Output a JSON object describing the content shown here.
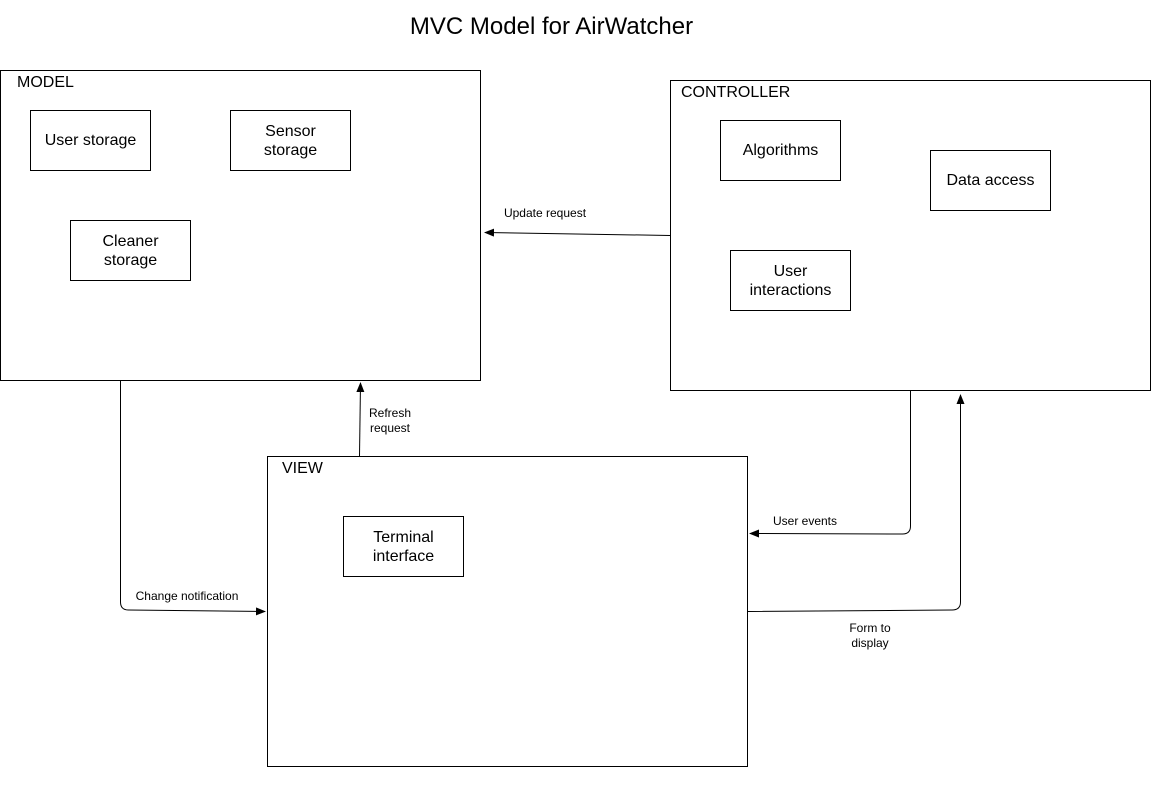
{
  "title": "MVC Model for AirWatcher",
  "model": {
    "label": "MODEL",
    "items": [
      "User storage",
      "Sensor\nstorage",
      "Cleaner\nstorage"
    ]
  },
  "controller": {
    "label": "CONTROLLER",
    "items": [
      "Algorithms",
      "Data access",
      "User\ninteractions"
    ]
  },
  "view": {
    "label": "VIEW",
    "items": [
      "Terminal\ninterface"
    ]
  },
  "edges": {
    "update_request": "Update request",
    "refresh_request": "Refresh\nrequest",
    "change_notification": "Change notification",
    "user_events": "User events",
    "form_to_display": "Form to\ndisplay"
  },
  "colors": {
    "stroke": "#000000",
    "background": "#ffffff"
  }
}
